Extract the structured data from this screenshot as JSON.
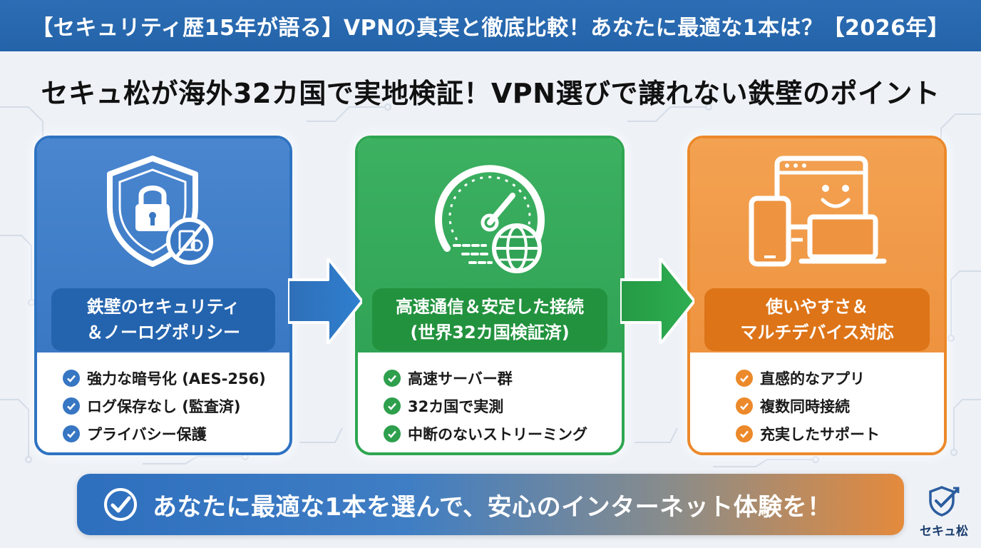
{
  "header": {
    "title": "【セキュリティ歴15年が語る】VPNの真実と徹底比較！あなたに最適な1本は？【2026年】"
  },
  "subtitle": "セキュ松が海外32カ国で実地検証！VPN選びで譲れない鉄壁のポイント",
  "cards": [
    {
      "icon": "shield-lock-icon",
      "label_line1": "鉄壁のセキュリティ",
      "label_line2": "＆ノーログポリシー",
      "features": [
        "強力な暗号化 (AES-256)",
        "ログ保存なし (監査済)",
        "プライバシー保護"
      ],
      "color": "#3a78c4"
    },
    {
      "icon": "speedometer-globe-icon",
      "label_line1": "高速通信＆安定した接続",
      "label_line2": "(世界32カ国検証済)",
      "features": [
        "高速サーバー群",
        "32カ国で実測",
        "中断のないストリーミング"
      ],
      "color": "#31a356"
    },
    {
      "icon": "multi-device-icon",
      "label_line1": "使いやすさ＆",
      "label_line2": "マルチデバイス対応",
      "features": [
        "直感的なアプリ",
        "複数同時接続",
        "充実したサポート"
      ],
      "color": "#ee9340"
    }
  ],
  "banner": {
    "text": "あなたに最適な1本を選んで、安心のインターネット体験を！"
  },
  "logo": {
    "text": "セキュ松"
  }
}
